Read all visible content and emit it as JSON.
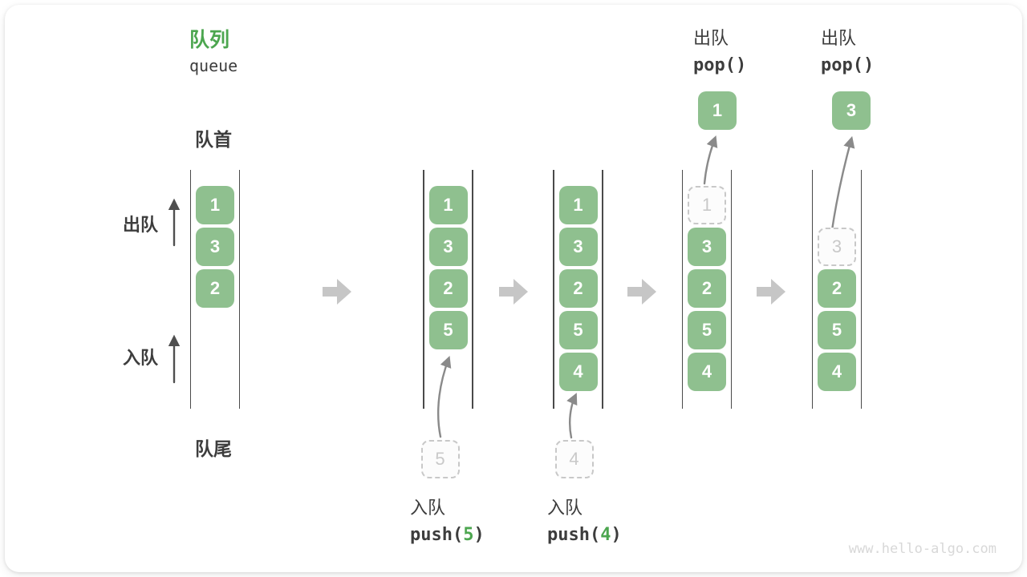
{
  "title": {
    "zh": "队列",
    "en": "queue"
  },
  "side_labels": {
    "front": "队首",
    "rear": "队尾",
    "dequeue": "出队",
    "enqueue": "入队"
  },
  "pop_annotations": [
    {
      "label": "出队",
      "code": "pop()",
      "popped_value": "1"
    },
    {
      "label": "出队",
      "code": "pop()",
      "popped_value": "3"
    }
  ],
  "push_annotations": [
    {
      "label": "入队",
      "code_prefix": "push(",
      "arg": "5",
      "code_suffix": ")"
    },
    {
      "label": "入队",
      "code_prefix": "push(",
      "arg": "4",
      "code_suffix": ")"
    }
  ],
  "queues": [
    {
      "name": "state-1",
      "blocks": [
        {
          "v": "1",
          "row": 0
        },
        {
          "v": "3",
          "row": 1
        },
        {
          "v": "2",
          "row": 2
        }
      ]
    },
    {
      "name": "state-2",
      "blocks": [
        {
          "v": "1",
          "row": 0
        },
        {
          "v": "3",
          "row": 1
        },
        {
          "v": "2",
          "row": 2
        },
        {
          "v": "5",
          "row": 3
        }
      ],
      "pending": "5"
    },
    {
      "name": "state-3",
      "blocks": [
        {
          "v": "1",
          "row": 0
        },
        {
          "v": "3",
          "row": 1
        },
        {
          "v": "2",
          "row": 2
        },
        {
          "v": "5",
          "row": 3
        },
        {
          "v": "4",
          "row": 4
        }
      ],
      "pending": "4"
    },
    {
      "name": "state-4",
      "blocks": [
        {
          "v": "1",
          "row": 0,
          "dashed": true
        },
        {
          "v": "3",
          "row": 1
        },
        {
          "v": "2",
          "row": 2
        },
        {
          "v": "5",
          "row": 3
        },
        {
          "v": "4",
          "row": 4
        }
      ],
      "popped": "1"
    },
    {
      "name": "state-5",
      "blocks": [
        {
          "v": "3",
          "row": 1,
          "dashed": true
        },
        {
          "v": "2",
          "row": 2
        },
        {
          "v": "5",
          "row": 3
        },
        {
          "v": "4",
          "row": 4
        }
      ],
      "popped": "3"
    }
  ],
  "watermark": "www.hello-algo.com",
  "colors": {
    "accent_green": "#4CA64F",
    "block_green": "#8FC08F",
    "dashed_gray": "#C9C9C9",
    "arrow_gray": "#C6C6C6",
    "text_dark": "#3D3D3D"
  }
}
